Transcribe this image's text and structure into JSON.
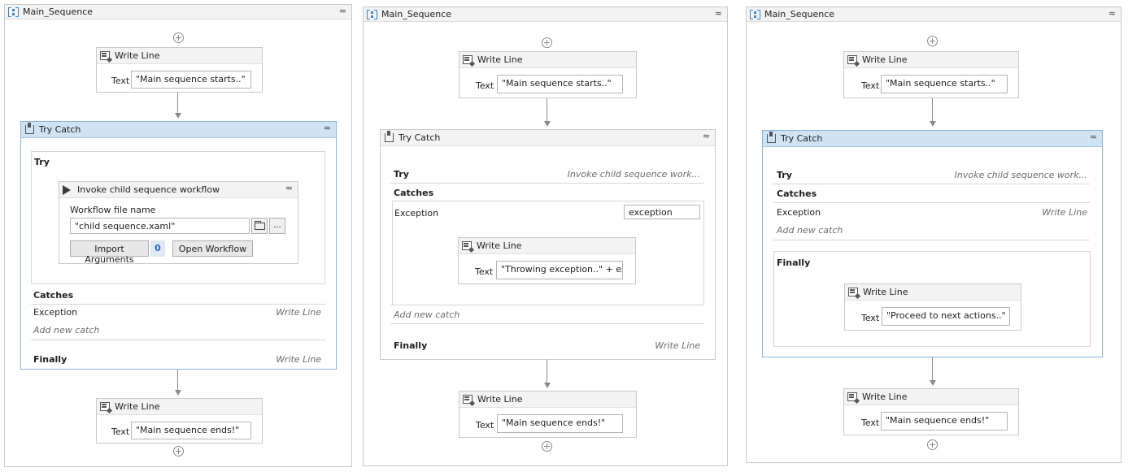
{
  "sequence_title": "Main_Sequence",
  "collapse_glyph": "≈",
  "write_line_title": "Write Line",
  "text_label": "Text",
  "try_catch_title": "Try Catch",
  "try_label": "Try",
  "catches_label": "Catches",
  "finally_label": "Finally",
  "exception_label": "Exception",
  "add_new_catch": "Add new catch",
  "write_line_italic": "Write Line",
  "panel1": {
    "start_text": "\"Main sequence starts..\"",
    "end_text": "\"Main sequence ends!\"",
    "invoke": {
      "title": "Invoke child sequence workflow",
      "file_label": "Workflow file name",
      "file_value": "\"child sequence.xaml\"",
      "browse_label": "...",
      "import_label": "Import Arguments",
      "import_count": "0",
      "open_label": "Open Workflow"
    }
  },
  "panel2": {
    "start_text": "\"Main sequence starts..\"",
    "end_text": "\"Main sequence ends!\"",
    "try_summary": "Invoke child sequence work...",
    "exception_var": "exception",
    "throw_text": "\"Throwing exception..\" + exce"
  },
  "panel3": {
    "start_text": "\"Main sequence starts..\"",
    "end_text": "\"Main sequence ends!\"",
    "try_summary": "Invoke child sequence work...",
    "finally_text": "\"Proceed to next actions..\""
  }
}
